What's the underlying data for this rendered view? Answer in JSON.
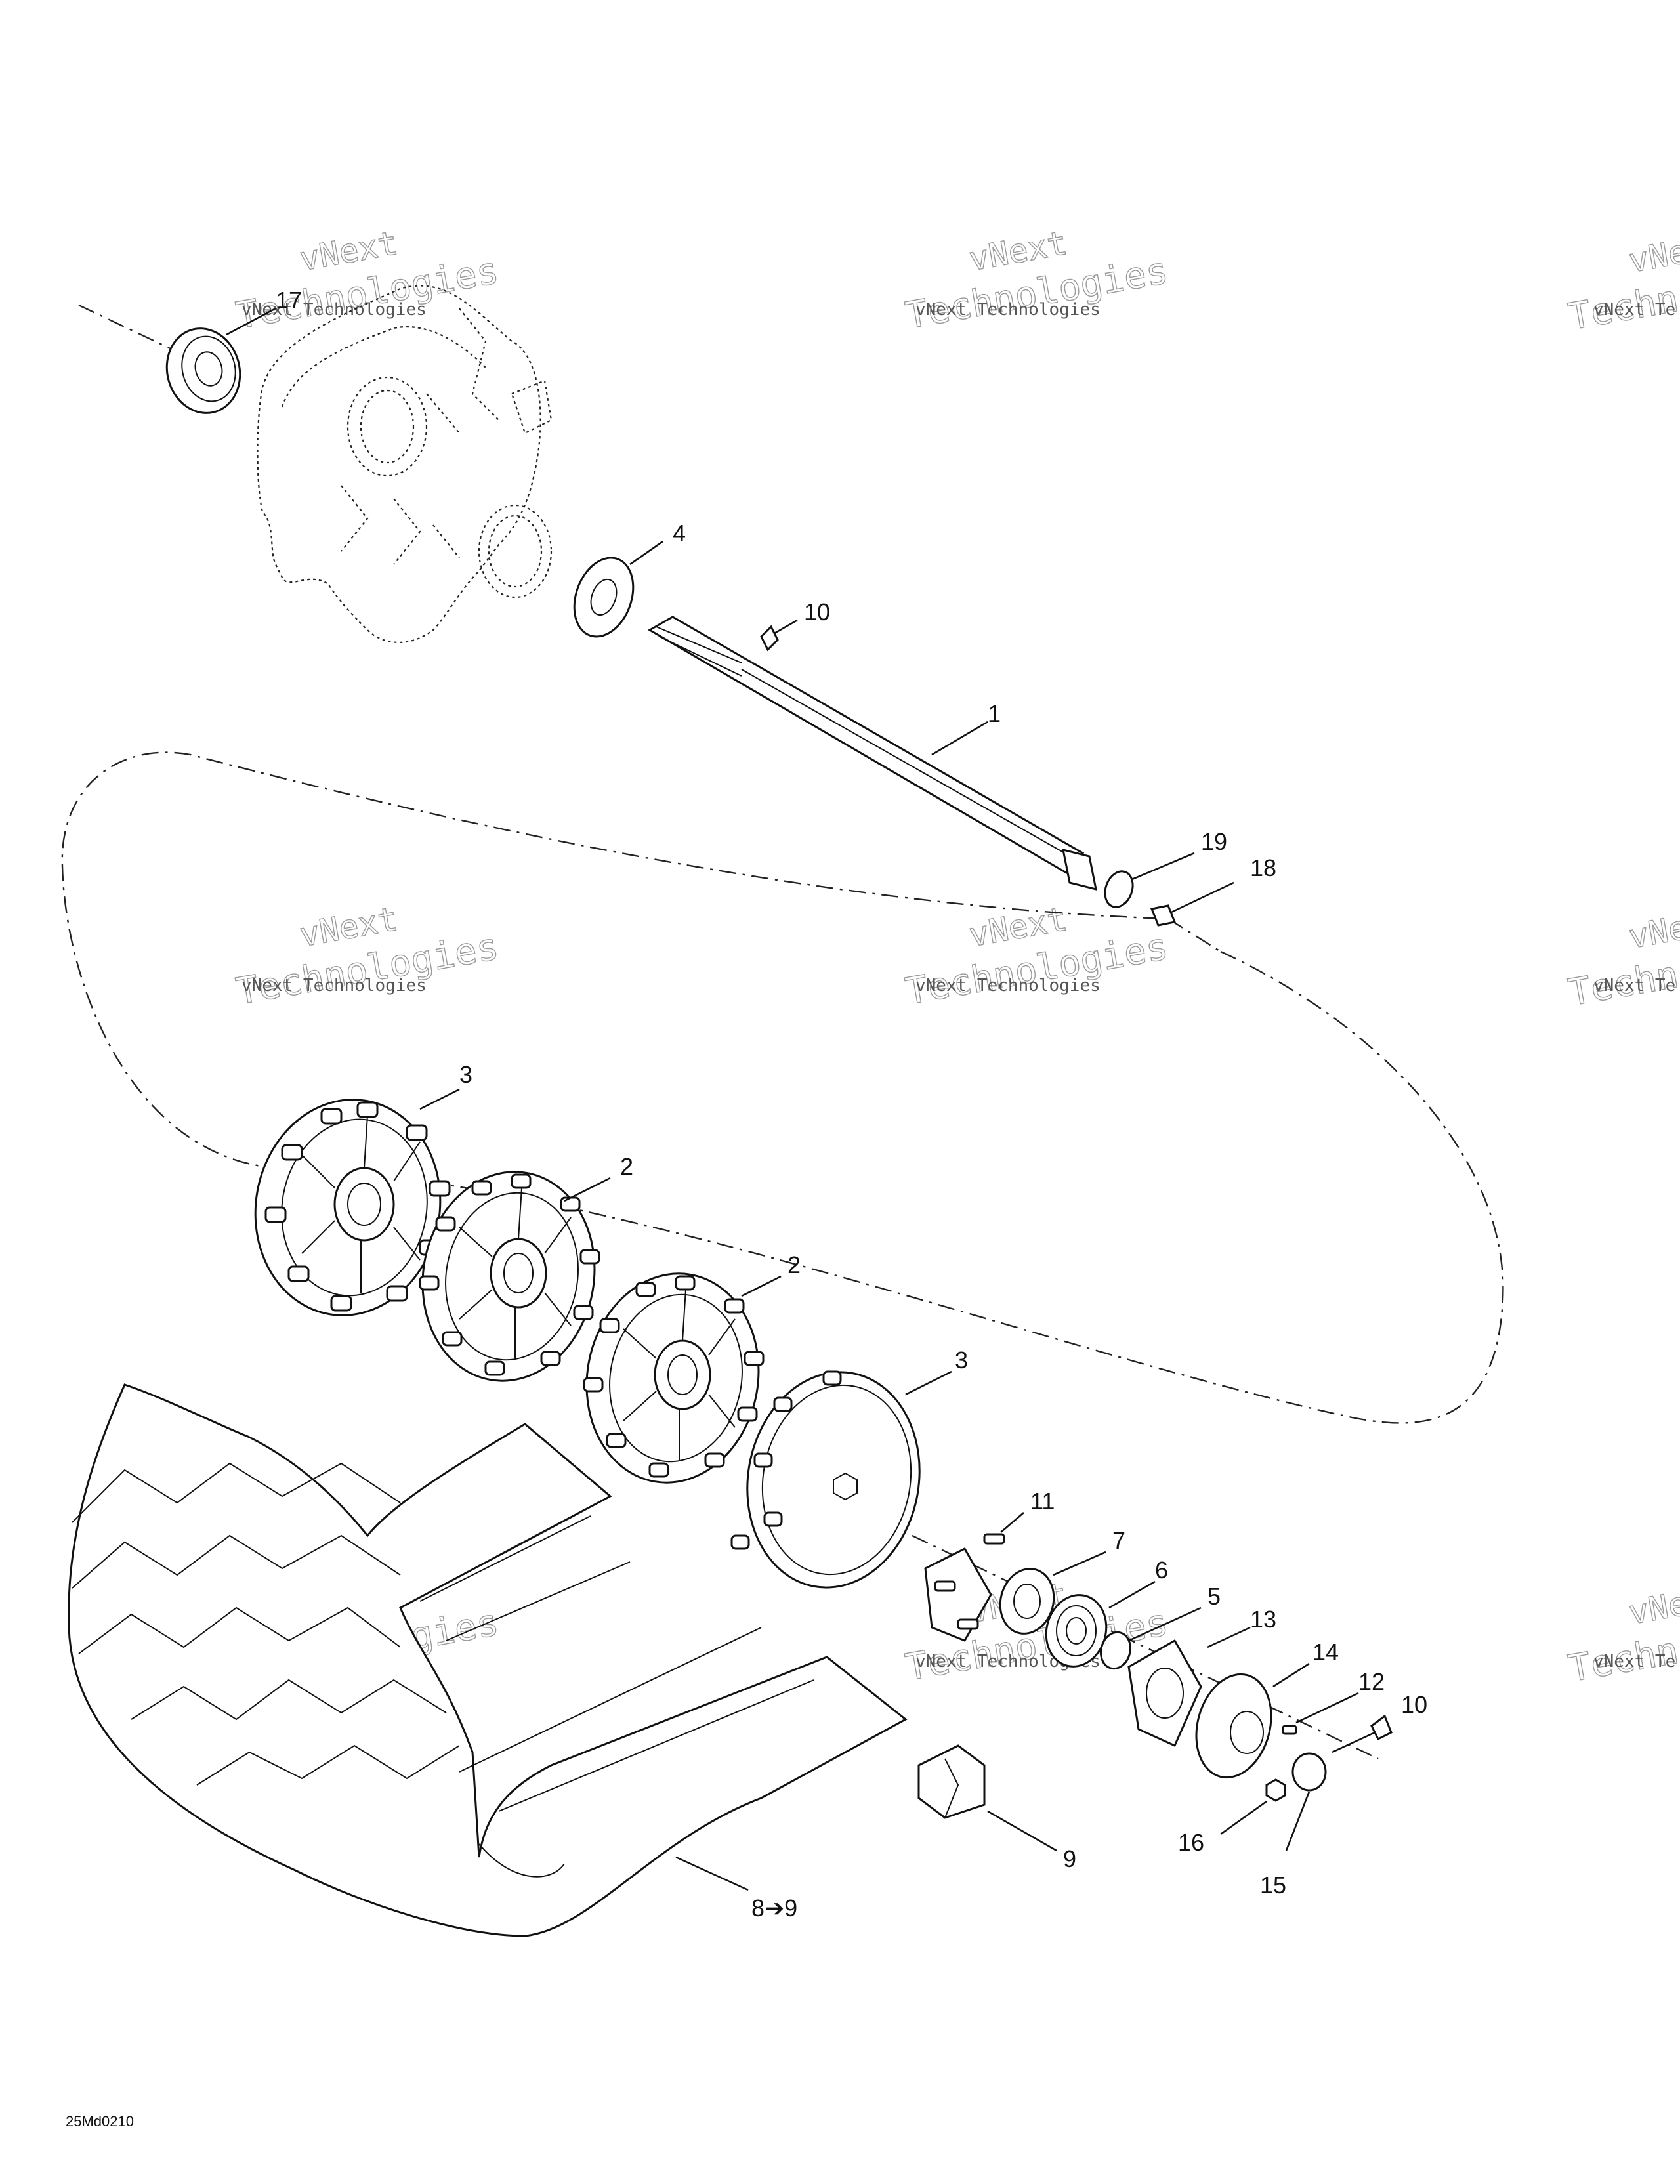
{
  "watermark": {
    "line1": "vNext Technologies",
    "line2": "vNext",
    "line3": "Technologies",
    "line2_cut": "vNe",
    "line1_cut": "vNext Te",
    "line3_cut": "Techn"
  },
  "callouts": {
    "p1": "1",
    "p2a": "2",
    "p2b": "2",
    "p3a": "3",
    "p3b": "3",
    "p4": "4",
    "p5": "5",
    "p6": "6",
    "p7": "7",
    "p8": "8➔9",
    "p9": "9",
    "p10a": "10",
    "p10b": "10",
    "p11": "11",
    "p12": "12",
    "p13": "13",
    "p14": "14",
    "p15": "15",
    "p16": "16",
    "p17": "17",
    "p18": "18",
    "p19": "19"
  },
  "figure_code": "25Md0210"
}
